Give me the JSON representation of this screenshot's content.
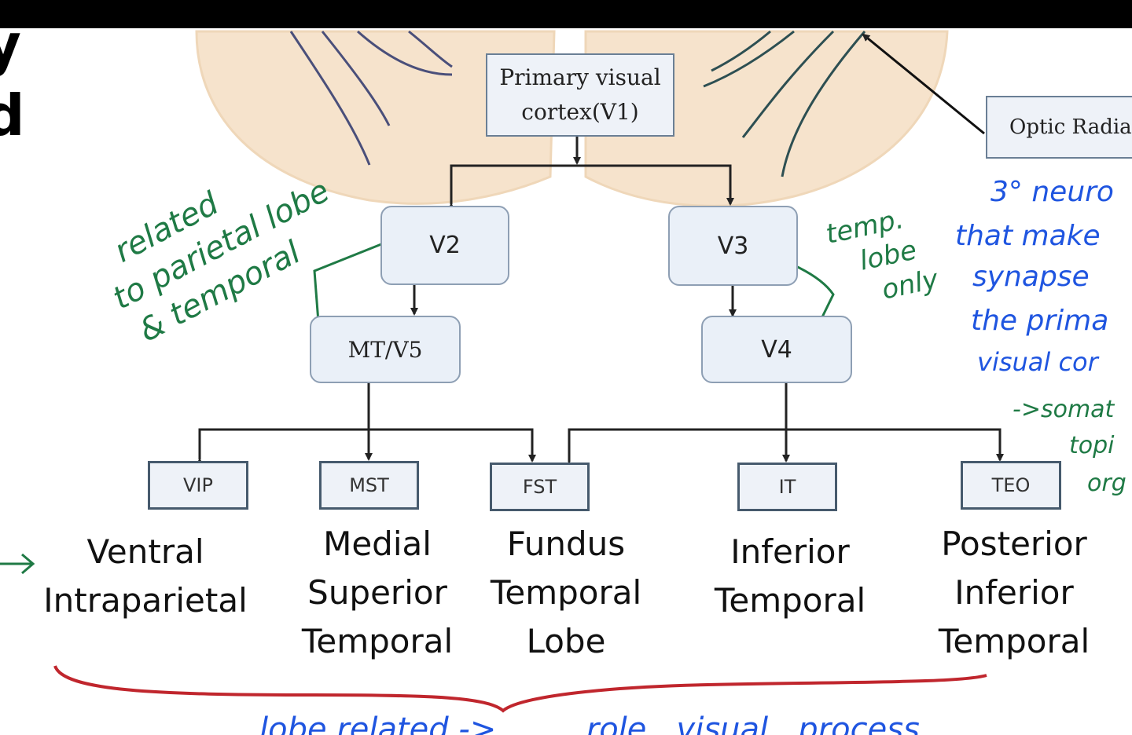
{
  "top_left_fragment": "y\nd",
  "nodes": {
    "v1": "Primary visual\ncortex(V1)",
    "optic": "Optic Radiat",
    "v2": "V2",
    "v3": "V3",
    "mt": "MT/V5",
    "v4": "V4",
    "vip": "VIP",
    "mst": "MST",
    "fst": "FST",
    "it": "IT",
    "teo": "TEO"
  },
  "labels": {
    "vip": "Ventral\nIntraparietal",
    "mst": "Medial\nSuperior\nTemporal",
    "fst": "Fundus\nTemporal\nLobe",
    "it": "Inferior\nTemporal",
    "teo": "Posterior\nInferior\nTemporal"
  },
  "annotations": {
    "green_left": [
      "related",
      "to parietal lobe",
      "& temporal"
    ],
    "green_right": [
      "temp.",
      "lobe",
      "only"
    ],
    "blue_right": [
      "3° neuro",
      "that make",
      "synapse",
      "the prima",
      "visual cor"
    ],
    "green_somato": [
      "->somat",
      "topi",
      "org"
    ],
    "blue_bottom": "lobe related ->      ...role   visual   process"
  },
  "colors": {
    "annotation_green": "#1f7a45",
    "annotation_blue": "#1f55e0",
    "brace_red": "#c0262d",
    "brain_tan": "#f6e3cc"
  }
}
